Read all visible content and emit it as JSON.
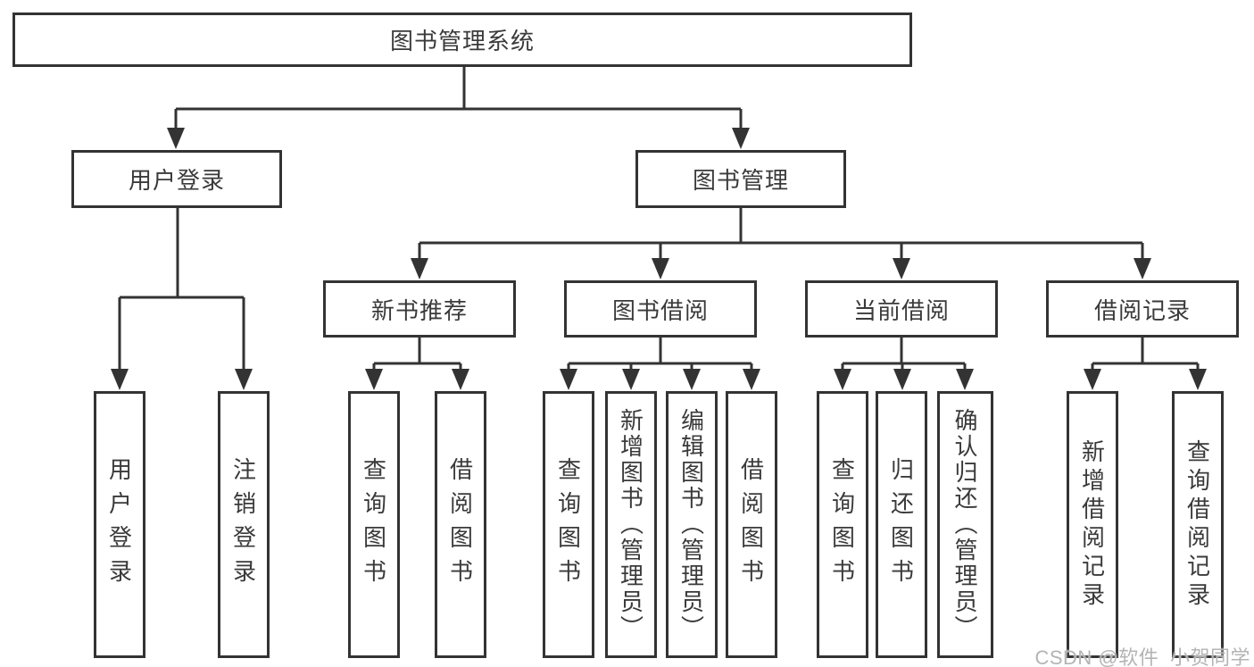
{
  "diagram": {
    "title": "图书管理系统",
    "branches": [
      {
        "label": "用户登录",
        "leaves": [
          "用户登录",
          "注销登录"
        ]
      },
      {
        "label": "图书管理",
        "sections": [
          {
            "label": "新书推荐",
            "leaves": [
              "查询图书",
              "借阅图书"
            ]
          },
          {
            "label": "图书借阅",
            "leaves": [
              "查询图书",
              "新增图书（管理员）",
              "编辑图书（管理员）",
              "借阅图书"
            ]
          },
          {
            "label": "当前借阅",
            "leaves": [
              "查询图书",
              "归还图书",
              "确认归还（管理员）"
            ]
          },
          {
            "label": "借阅记录",
            "leaves": [
              "新增借阅记录",
              "查询借阅记录"
            ]
          }
        ]
      }
    ]
  },
  "watermark": {
    "text": "CSDN @软件_小贺同学"
  },
  "colors": {
    "line": "#333333",
    "text": "#3a3a3a",
    "background": "#ffffff",
    "watermark": "#b4b4b4"
  }
}
